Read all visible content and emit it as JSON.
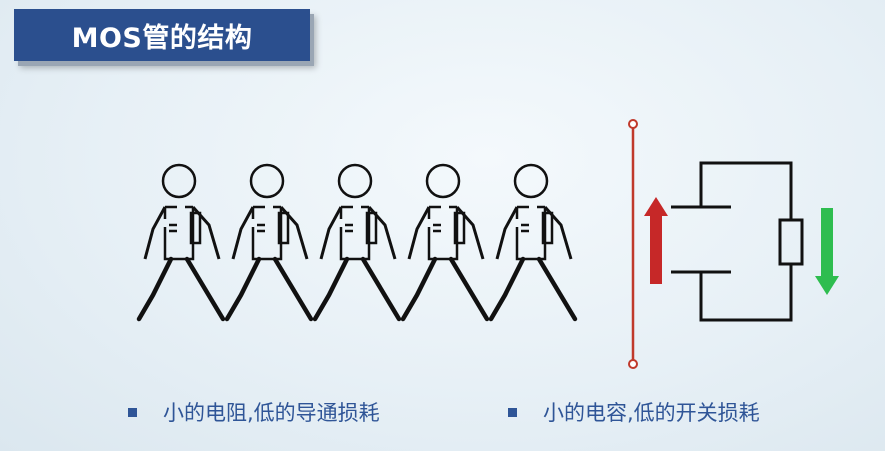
{
  "title": "MOS管的结构",
  "bullets": [
    "小的电阻,低的导通损耗",
    "小的电容,低的开关损耗"
  ],
  "colors": {
    "title_bg": "#2b4f8e",
    "bullet_text": "#2f5597",
    "line_red": "#c0392b",
    "arrow_up": "#c62828",
    "arrow_down": "#2ebd4f"
  },
  "icons": {
    "figures": "stick-figure-with-capacitor-and-resistor",
    "arrow_up": "up-arrow",
    "arrow_down": "down-arrow"
  }
}
